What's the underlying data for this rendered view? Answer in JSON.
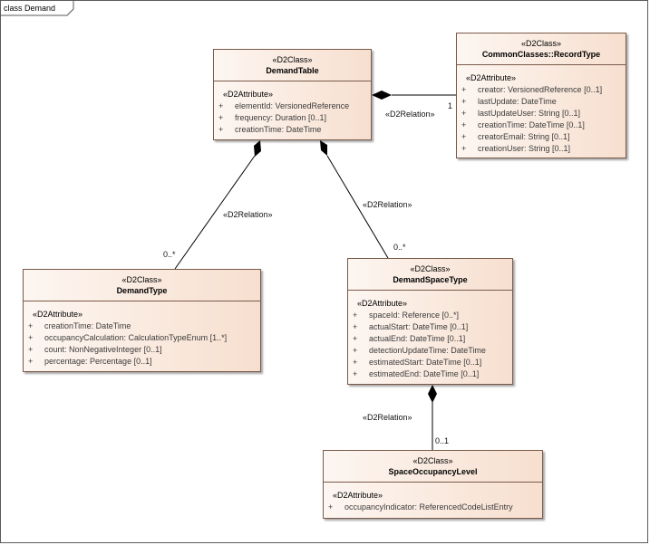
{
  "frame": {
    "label": "class Demand"
  },
  "classes": {
    "demand_table": {
      "stereotype": "«D2Class»",
      "name": "DemandTable",
      "attr_stereotype": "«D2Attribute»",
      "attributes": [
        {
          "vis": "+",
          "text": "elementId: VersionedReference"
        },
        {
          "vis": "+",
          "text": "frequency: Duration [0..1]"
        },
        {
          "vis": "+",
          "text": "creationTime: DateTime"
        }
      ]
    },
    "record_type": {
      "stereotype": "«D2Class»",
      "name": "CommonClasses::RecordType",
      "attr_stereotype": "«D2Attribute»",
      "attributes": [
        {
          "vis": "+",
          "text": "creator: VersionedReference [0..1]"
        },
        {
          "vis": "+",
          "text": "lastUpdate: DateTime"
        },
        {
          "vis": "+",
          "text": "lastUpdateUser: String [0..1]"
        },
        {
          "vis": "+",
          "text": "creationTime: DateTime [0..1]"
        },
        {
          "vis": "+",
          "text": "creatorEmail: String [0..1]"
        },
        {
          "vis": "+",
          "text": "creationUser: String [0..1]"
        }
      ]
    },
    "demand_type": {
      "stereotype": "«D2Class»",
      "name": "DemandType",
      "attr_stereotype": "«D2Attribute»",
      "attributes": [
        {
          "vis": "+",
          "text": "creationTime: DateTime"
        },
        {
          "vis": "+",
          "text": "occupancyCalculation: CalculationTypeEnum [1..*]"
        },
        {
          "vis": "+",
          "text": "count: NonNegativeInteger [0..1]"
        },
        {
          "vis": "+",
          "text": "percentage: Percentage [0..1]"
        }
      ]
    },
    "demand_space_type": {
      "stereotype": "«D2Class»",
      "name": "DemandSpaceType",
      "attr_stereotype": "«D2Attribute»",
      "attributes": [
        {
          "vis": "+",
          "text": "spaceId: Reference [0..*]"
        },
        {
          "vis": "+",
          "text": "actualStart: DateTime [0..1]"
        },
        {
          "vis": "+",
          "text": "actualEnd: DateTime [0..1]"
        },
        {
          "vis": "+",
          "text": "detectionUpdateTime: DateTime"
        },
        {
          "vis": "+",
          "text": "estimatedStart: DateTime [0..1]"
        },
        {
          "vis": "+",
          "text": "estimatedEnd: DateTime [0..1]"
        }
      ]
    },
    "space_occupancy_level": {
      "stereotype": "«D2Class»",
      "name": "SpaceOccupancyLevel",
      "attr_stereotype": "«D2Attribute»",
      "attributes": [
        {
          "vis": "+",
          "text": "occupancyIndicator: ReferencedCodeListEntry"
        }
      ]
    }
  },
  "relations": {
    "table_record": {
      "label": "«D2Relation»",
      "multiplicity": "1"
    },
    "table_demand_type": {
      "label": "«D2Relation»",
      "multiplicity": "0..*"
    },
    "table_space_type": {
      "label": "«D2Relation»",
      "multiplicity": "0..*"
    },
    "space_type_occupancy": {
      "label": "«D2Relation»",
      "multiplicity": "0..1"
    }
  },
  "colors": {
    "class_fill_light": "#fdf6f1",
    "class_fill_dark": "#f7dfcf",
    "class_border": "#7a5a4a",
    "edge": "#000000"
  }
}
